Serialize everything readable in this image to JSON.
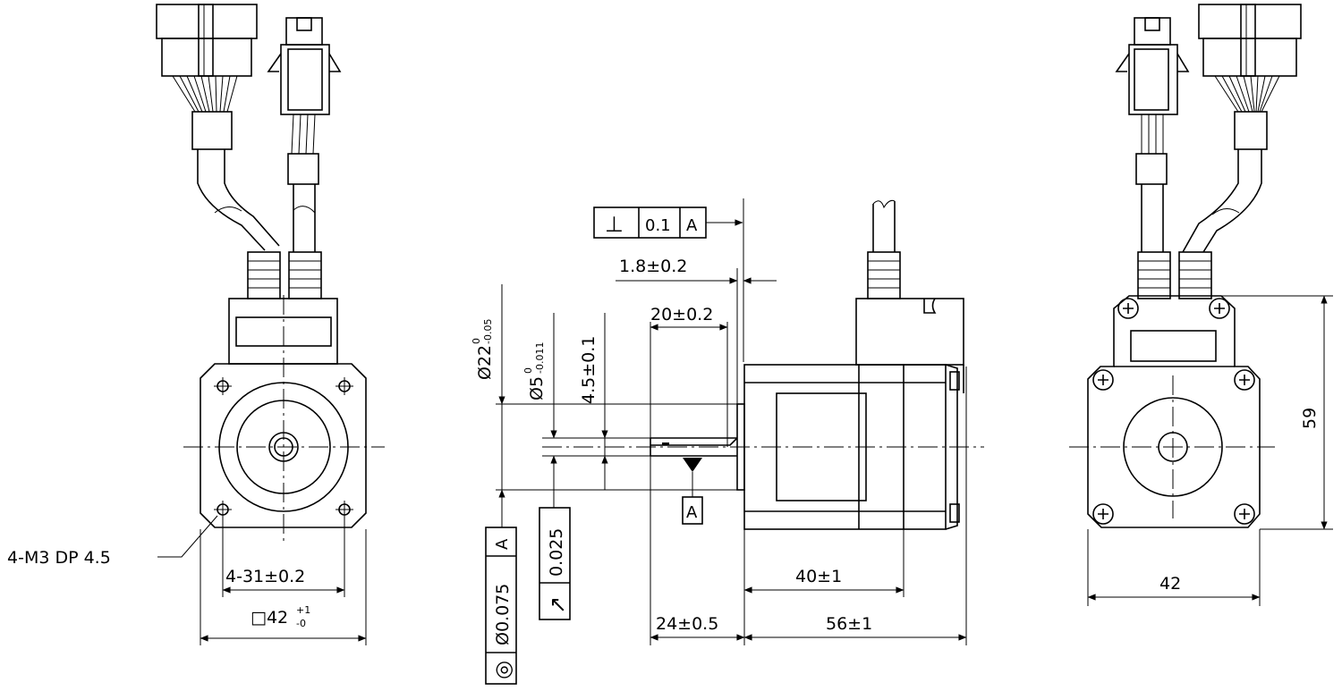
{
  "front_view": {
    "mount_note": "4-M3 DP 4.5",
    "hole_spacing": "4-31±0.2",
    "flange_square": "□42",
    "flange_tol_upper": "+1",
    "flange_tol_lower": "-0"
  },
  "side_view": {
    "perpendicularity": {
      "symbol": "⊥",
      "tolerance": "0.1",
      "datum": "A"
    },
    "flange_thickness": "1.8±0.2",
    "shaft_length": "20±0.2",
    "pilot_diameter": "Ø22",
    "pilot_tol_upper": "0",
    "pilot_tol_lower": "-0.05",
    "shaft_diameter": "Ø5",
    "shaft_tol_upper": "0",
    "shaft_tol_lower": "-0.011",
    "flat_depth": "4.5±0.1",
    "datum_label": "A",
    "concentricity": {
      "symbol": "◎",
      "tolerance": "Ø0.075",
      "datum": "A"
    },
    "runout": {
      "symbol": "↗",
      "tolerance": "0.025"
    },
    "body_length": "40±1",
    "overall_length": "56±1",
    "shaft_extension": "24±0.5"
  },
  "rear_view": {
    "height": "59",
    "width": "42"
  }
}
